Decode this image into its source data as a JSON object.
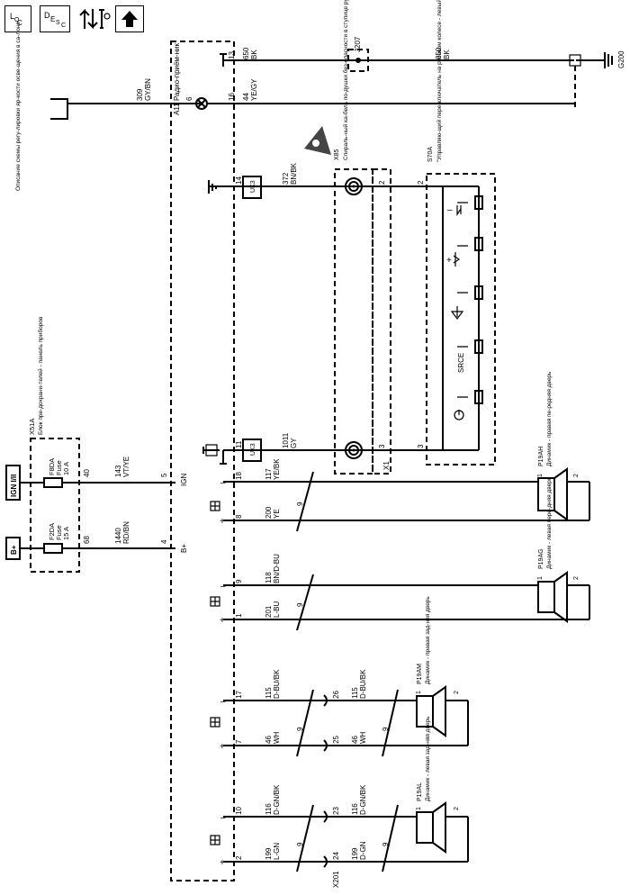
{
  "header_icons": [
    {
      "name": "loc-icon",
      "label": "LOC"
    },
    {
      "name": "desc-icon",
      "label": "DESC"
    },
    {
      "name": "arrows-tools-icon",
      "label": ""
    },
    {
      "name": "up-arrow-icon",
      "label": ""
    }
  ],
  "components": {
    "radio": {
      "id": "A11",
      "name": "Радио-приём-ник"
    },
    "fuse_block": {
      "id": "X51A",
      "name": "Блок пре-дохрани-телей - панель приборов"
    },
    "fuse_f8da": {
      "id": "F8DA",
      "type": "Fuse",
      "rating": "10 A"
    },
    "fuse_f2da": {
      "id": "F2DA",
      "type": "Fuse",
      "rating": "15 A"
    },
    "power_ign": "IGN I/II",
    "power_b": "B+",
    "coil": {
      "id": "X85",
      "name": "Спираль-ный ка-бель по-душки без-опасности в ступице рулевого колеса"
    },
    "switch": {
      "id": "S70A",
      "name": "\"Управляю-щий пере-ключатель на рулевом колесе - левый ни-жний\""
    },
    "spk_rf": {
      "id": "P19AH",
      "name": "Динамик - правая пе-редняя дверь"
    },
    "spk_lf": {
      "id": "P19AG",
      "name": "Динамик - левая пере-дняя дверь"
    },
    "spk_rr": {
      "id": "P19AM",
      "name": "Динамик - правая зад-няя дверь"
    },
    "spk_lr": {
      "id": "P19AL",
      "name": "Динамик - левая зад-няя дверь"
    },
    "ground": "G200",
    "splice": "J207",
    "connector_x1": "X1",
    "connector_x201": "X201",
    "note": "Описание схемы регу-лировки яр-кости осве-щения в са-лоне"
  },
  "wires": {
    "w650": {
      "num": "650",
      "color": "BK",
      "pin": "13"
    },
    "w850": {
      "num": "850",
      "color": "BK"
    },
    "w309": {
      "num": "309",
      "color": "GY/BN",
      "pin": "6"
    },
    "w44": {
      "num": "44",
      "color": "YE/GY",
      "pin": "16"
    },
    "w372": {
      "num": "372",
      "color": "BN/BK",
      "pin": "14",
      "coil_pin": "2",
      "sw_pin": "2"
    },
    "w1011": {
      "num": "1011",
      "color": "GY",
      "pin": "11",
      "coil_pin": "3",
      "sw_pin": "3"
    },
    "w143": {
      "num": "143",
      "color": "VT/YE",
      "fuse_pin": "40",
      "radio_pin": "5",
      "radio_label": "IGN"
    },
    "w1440": {
      "num": "1440",
      "color": "RD/BN",
      "fuse_pin": "68",
      "radio_pin": "4",
      "radio_label": "B+"
    },
    "w117": {
      "num": "117",
      "color": "YE/BK",
      "pin": "18"
    },
    "w200": {
      "num": "200",
      "color": "YE",
      "pin": "8"
    },
    "w118": {
      "num": "118",
      "color": "BN/D-BU",
      "pin": "9"
    },
    "w201": {
      "num": "201",
      "color": "L-BU",
      "pin": "1"
    },
    "w115": {
      "num": "115",
      "color": "D-BU/BK",
      "pin": "17",
      "x_pin": "26"
    },
    "w46": {
      "num": "46",
      "color": "WH",
      "pin": "7",
      "x_pin": "25"
    },
    "w116": {
      "num": "116",
      "color": "D-GN/BK",
      "pin": "10",
      "x_pin": "23"
    },
    "w199a": {
      "num": "199",
      "color": "L-GN",
      "pin": "2"
    },
    "w199b": {
      "num": "199",
      "color": "D-GN",
      "x_pin": "24"
    }
  },
  "labels": {
    "uk3": "UK3",
    "twist": "9",
    "plus": "+",
    "minus": "–",
    "src": "SRCE",
    "spk_pin1": "1",
    "spk_pin2": "2"
  }
}
